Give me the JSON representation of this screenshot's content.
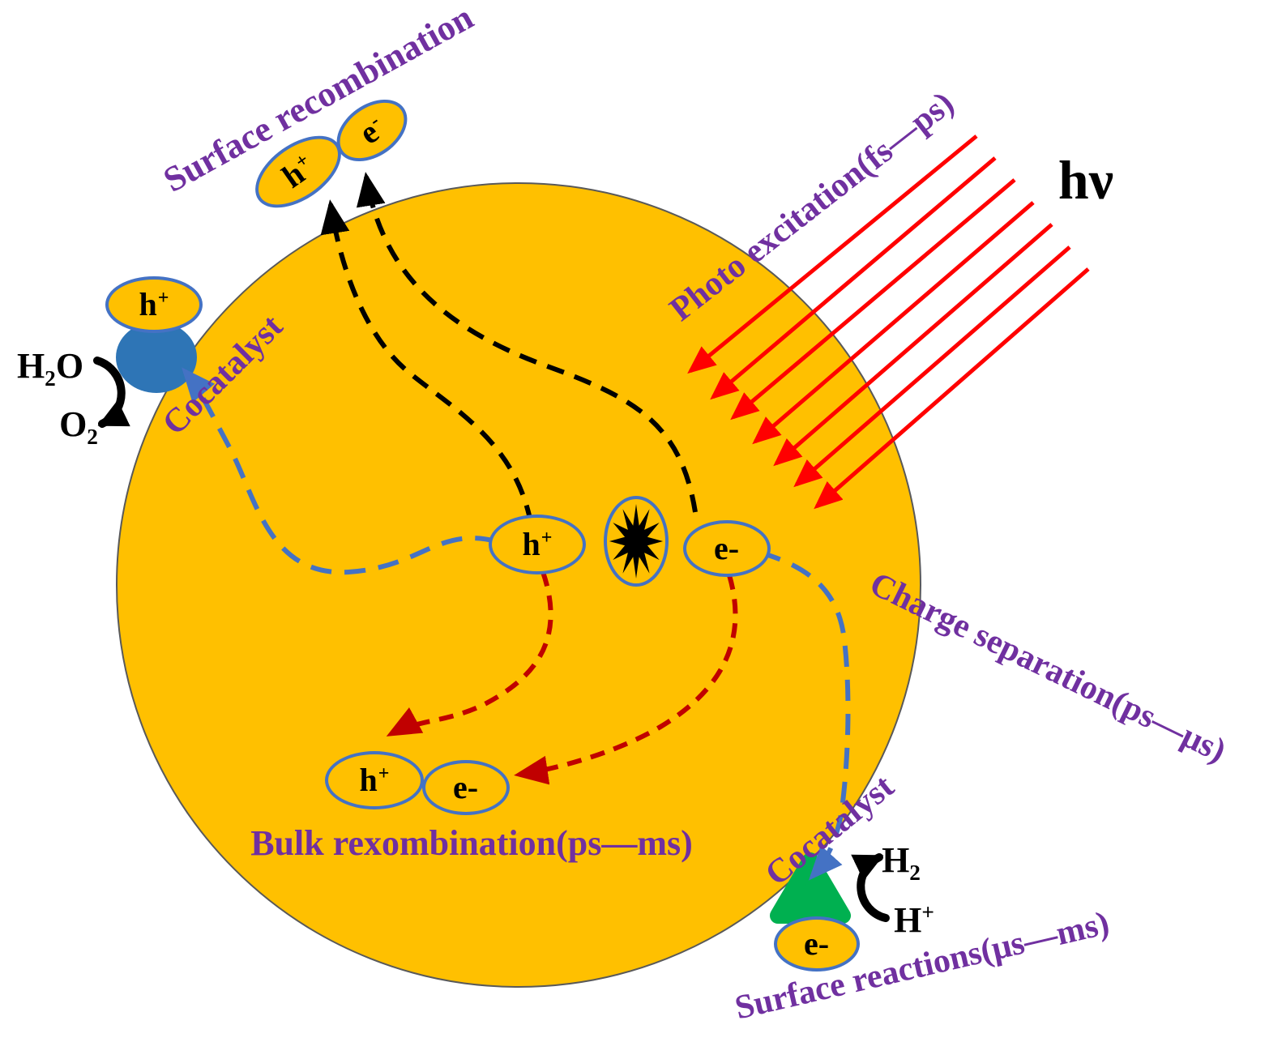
{
  "title": "Photocatalytic charge dynamics on a semiconductor particle",
  "colors": {
    "particle": "#FFC000",
    "particle_border": "#595959",
    "purple_text": "#7030A0",
    "light_ray_red": "#FF0000",
    "bulk_recombination_red": "#C00000",
    "carrier_border_blue": "#4472C4",
    "cocatalyst_blue": "#2E75B6",
    "cocatalyst_green": "#00B050",
    "black": "#000000"
  },
  "labels": {
    "surface_recombination": "Surface recombination",
    "photo_excitation": "Photo excitation(fs—ps)",
    "light": "hν",
    "cocatalyst_left": "Cocatalyst",
    "cocatalyst_right": "Cocatalyst",
    "charge_separation": "Charge separation(ps—μs)",
    "surface_reactions": "Surface reactions(μs—ms)",
    "bulk_recombination": "Bulk rexombination(ps—ms)"
  },
  "carriers": {
    "top_hole": {
      "base": "h",
      "sup": "+"
    },
    "top_electron": {
      "base": "e",
      "sup": "-"
    },
    "left_hole": {
      "base": "h",
      "sup": "+"
    },
    "center_hole": {
      "base": "h",
      "sup": "+"
    },
    "center_electron": {
      "base": "e-",
      "sup": ""
    },
    "bulk_hole": {
      "base": "h",
      "sup": "+"
    },
    "bulk_electron": {
      "base": "e-",
      "sup": ""
    },
    "surface_electron": {
      "base": "e-",
      "sup": ""
    }
  },
  "species": {
    "water": {
      "base": "H",
      "sub": "2",
      "tail": "O"
    },
    "oxygen": {
      "base": "O",
      "sub": "2"
    },
    "hydrogen": {
      "base": "H",
      "sub": "2"
    },
    "proton": {
      "base": "H",
      "sup": "+"
    }
  }
}
